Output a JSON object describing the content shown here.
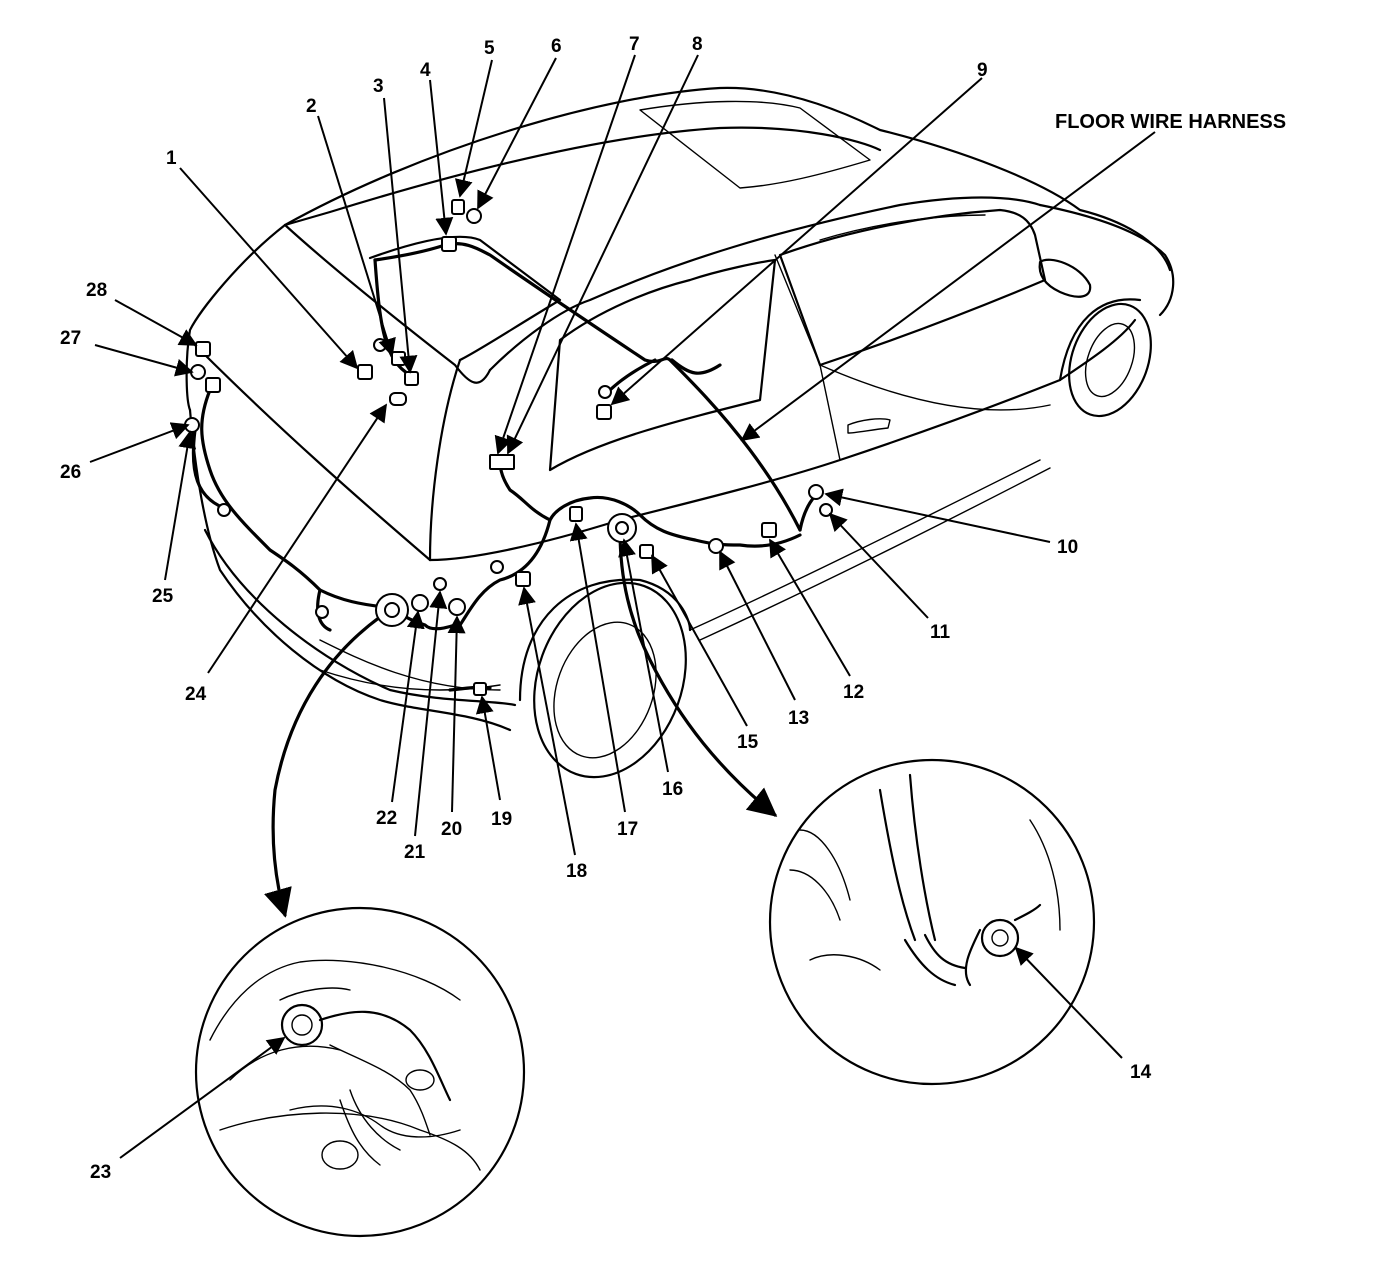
{
  "diagram": {
    "harness_label": "FLOOR WIRE HARNESS",
    "callouts": [
      {
        "id": "1",
        "text": "1"
      },
      {
        "id": "2",
        "text": "2"
      },
      {
        "id": "3",
        "text": "3"
      },
      {
        "id": "4",
        "text": "4"
      },
      {
        "id": "5",
        "text": "5"
      },
      {
        "id": "6",
        "text": "6"
      },
      {
        "id": "7",
        "text": "7"
      },
      {
        "id": "8",
        "text": "8"
      },
      {
        "id": "9",
        "text": "9"
      },
      {
        "id": "10",
        "text": "10"
      },
      {
        "id": "11",
        "text": "11"
      },
      {
        "id": "12",
        "text": "12"
      },
      {
        "id": "13",
        "text": "13"
      },
      {
        "id": "14",
        "text": "14"
      },
      {
        "id": "15",
        "text": "15"
      },
      {
        "id": "16",
        "text": "16"
      },
      {
        "id": "17",
        "text": "17"
      },
      {
        "id": "18",
        "text": "18"
      },
      {
        "id": "19",
        "text": "19"
      },
      {
        "id": "20",
        "text": "20"
      },
      {
        "id": "21",
        "text": "21"
      },
      {
        "id": "22",
        "text": "22"
      },
      {
        "id": "23",
        "text": "23"
      },
      {
        "id": "24",
        "text": "24"
      },
      {
        "id": "25",
        "text": "25"
      },
      {
        "id": "26",
        "text": "26"
      },
      {
        "id": "27",
        "text": "27"
      },
      {
        "id": "28",
        "text": "28"
      }
    ]
  }
}
